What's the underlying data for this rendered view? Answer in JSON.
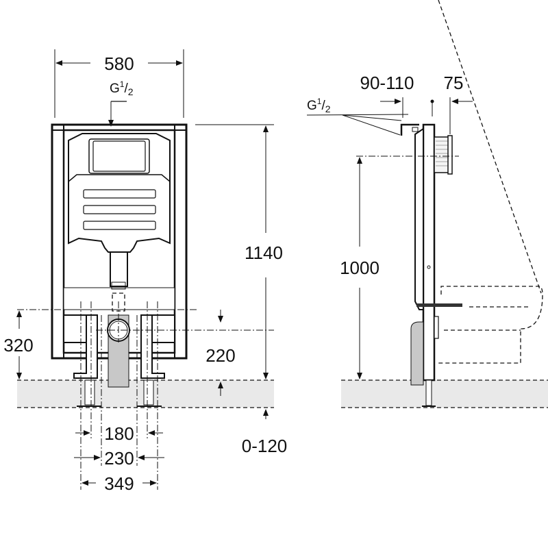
{
  "front_view": {
    "width_label": "580",
    "inlet_label": "G",
    "inlet_sup": "1",
    "inlet_sub": "2",
    "height_label": "1140",
    "outlet_height_label": "320",
    "drain_offset_label": "220",
    "floor_adjust_label": "0-120",
    "foot_inner_label": "180",
    "foot_mid_label": "230",
    "foot_outer_label": "349"
  },
  "side_view": {
    "inlet_depth_label": "90-110",
    "flush_plate_label": "75",
    "inlet_label": "G",
    "inlet_sup": "1",
    "inlet_sub": "2",
    "fixing_height_label": "1000"
  },
  "colors": {
    "line": "#111111",
    "floor": "#e9e9e9",
    "pipe": "#c8c8c8"
  }
}
